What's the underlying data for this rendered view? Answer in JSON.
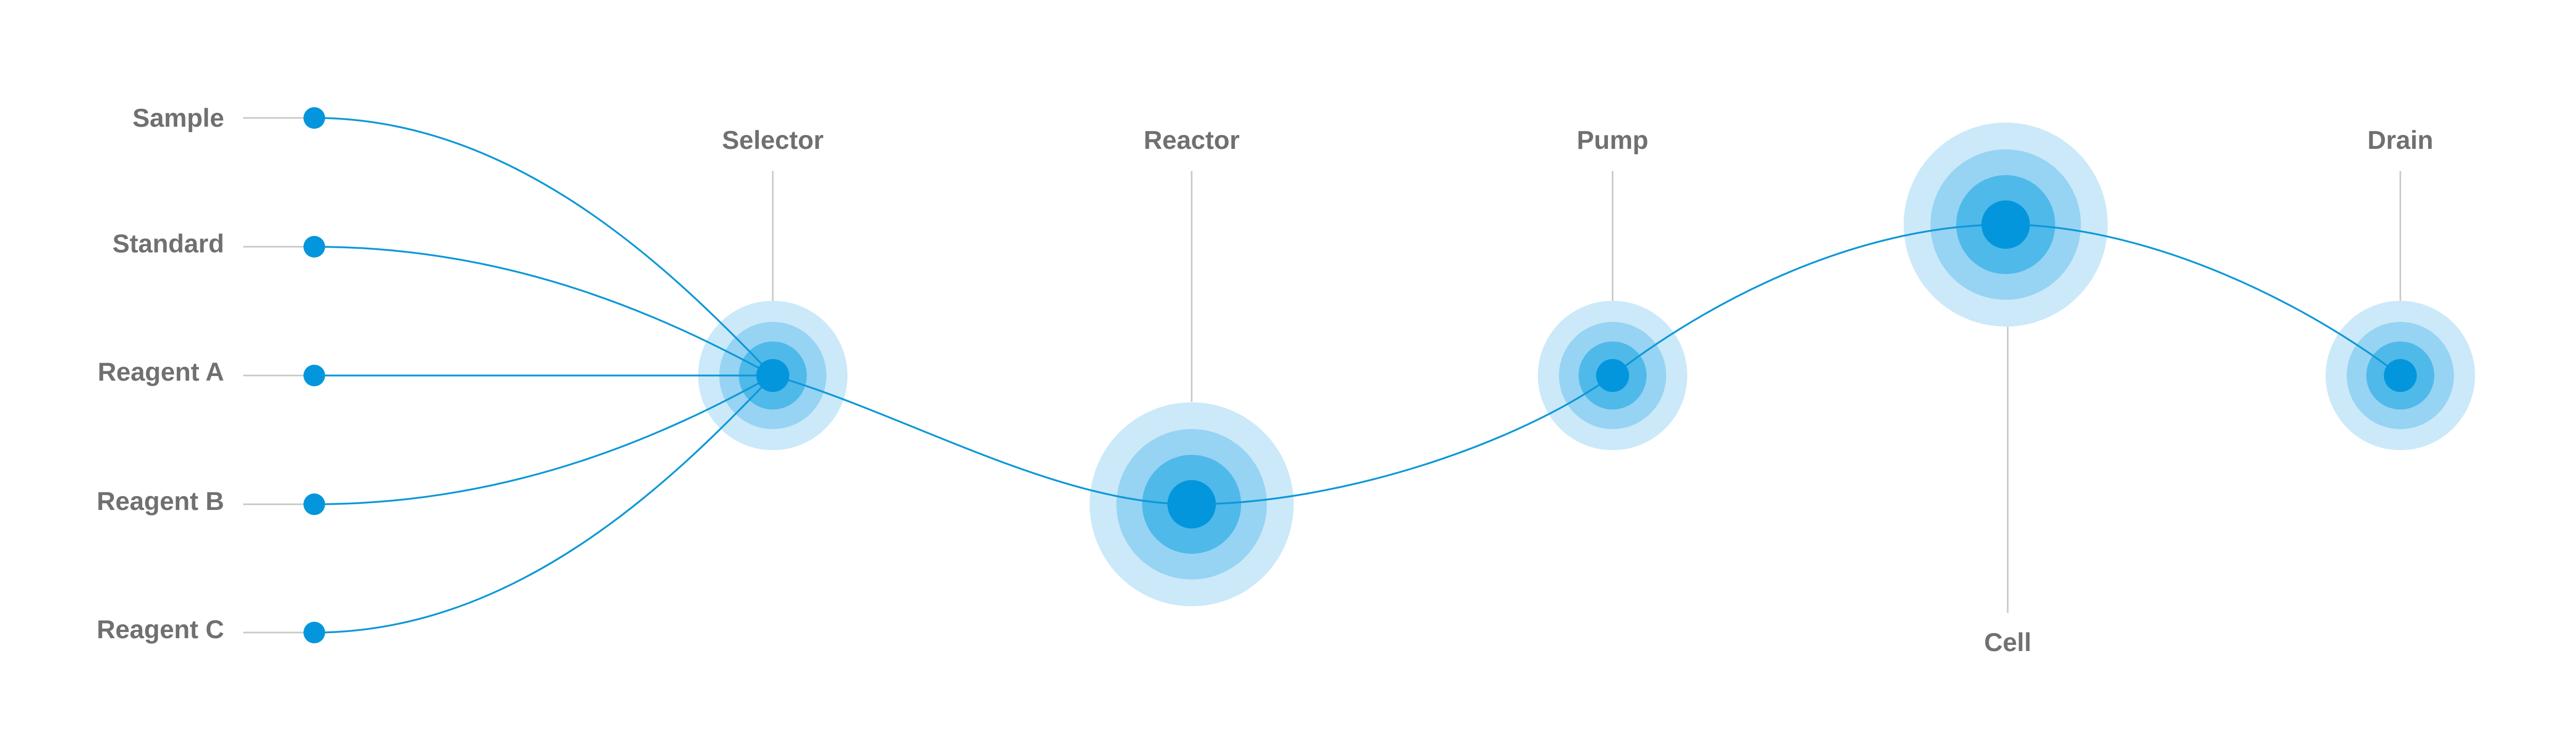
{
  "colors": {
    "background": "#ffffff",
    "node_core": "#0496dc",
    "ring_inner": "#4fb9ea",
    "ring_mid": "#97d3f3",
    "ring_outer": "#cbe9f9",
    "flow_line": "#0d98d8",
    "leader_line": "#c7c7c7",
    "label_text": "#707070"
  },
  "inputs": [
    {
      "id": "sample",
      "label": "Sample"
    },
    {
      "id": "standard",
      "label": "Standard"
    },
    {
      "id": "reagent-a",
      "label": "Reagent A"
    },
    {
      "id": "reagent-b",
      "label": "Reagent B"
    },
    {
      "id": "reagent-c",
      "label": "Reagent C"
    }
  ],
  "stations": [
    {
      "id": "selector",
      "label": "Selector",
      "size": "small",
      "label_position": "top"
    },
    {
      "id": "reactor",
      "label": "Reactor",
      "size": "large",
      "label_position": "top"
    },
    {
      "id": "pump",
      "label": "Pump",
      "size": "small",
      "label_position": "top"
    },
    {
      "id": "cell",
      "label": "Cell",
      "size": "large",
      "label_position": "bottom"
    },
    {
      "id": "drain",
      "label": "Drain",
      "size": "small",
      "label_position": "top"
    }
  ],
  "connections": [
    [
      "sample",
      "selector"
    ],
    [
      "standard",
      "selector"
    ],
    [
      "reagent-a",
      "selector"
    ],
    [
      "reagent-b",
      "selector"
    ],
    [
      "reagent-c",
      "selector"
    ],
    [
      "selector",
      "reactor"
    ],
    [
      "reactor",
      "pump"
    ],
    [
      "pump",
      "cell"
    ],
    [
      "cell",
      "drain"
    ]
  ]
}
